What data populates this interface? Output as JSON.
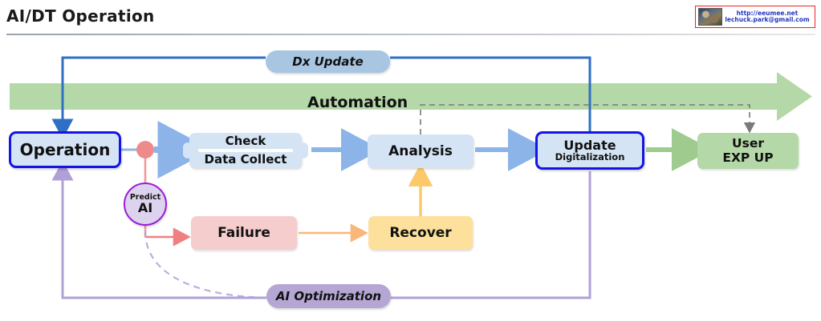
{
  "page": {
    "title": "AI/DT Operation"
  },
  "badge": {
    "thumbnail_icon": "photo-thumbnail-icon",
    "url": "http://eeumee.net",
    "email": "lechuck.park@gmail.com",
    "border_color": "#ee2222",
    "text_color": "#2436c0"
  },
  "diagram": {
    "type": "flow-diagram",
    "bands": [
      {
        "name": "automation",
        "label": "Automation",
        "color": "#b5d8a8",
        "shape": "right-arrow-band"
      }
    ],
    "nodes": [
      {
        "id": "operation",
        "label": "Operation",
        "fill": "#d4e4f4",
        "border": "#1414e6",
        "shape": "rounded-rect-emphasized"
      },
      {
        "id": "check-data-collect",
        "label_top": "Check",
        "label_bottom": "Data Collect",
        "fill": "#d4e4f4",
        "border": "none",
        "shape": "notched-rounded-rect"
      },
      {
        "id": "analysis",
        "label": "Analysis",
        "fill": "#d4e4f4",
        "border": "none",
        "shape": "rounded-rect"
      },
      {
        "id": "update-digitalization",
        "label": "Update",
        "sublabel": "Digitalization",
        "fill": "#d4e4f4",
        "border": "#1414e6",
        "shape": "rounded-rect-emphasized"
      },
      {
        "id": "user-exp-up",
        "label_top": "User",
        "label_bottom": "EXP UP",
        "fill": "#b5d8a8",
        "border": "none",
        "shape": "rounded-rect"
      },
      {
        "id": "predict-ai",
        "label_top": "Predict",
        "label_bottom": "AI",
        "fill": "#ded3ee",
        "border": "#9b1ddb",
        "shape": "circle"
      },
      {
        "id": "failure",
        "label": "Failure",
        "fill": "#f5cdcd",
        "border": "none",
        "shape": "rounded-rect"
      },
      {
        "id": "recover",
        "label": "Recover",
        "fill": "#fce09b",
        "border": "none",
        "shape": "rounded-rect"
      }
    ],
    "loop_labels": [
      {
        "id": "dx-update",
        "label": "Dx Update",
        "fill": "#a8c6e2",
        "line_color": "#2f6fc4",
        "shape": "pill"
      },
      {
        "id": "ai-optimization",
        "label": "AI Optimization",
        "fill": "#b5a6d4",
        "line_color": "#b0a0d8",
        "shape": "pill"
      }
    ],
    "connectors": [
      {
        "from": "dx-update",
        "to": "operation",
        "color": "#2f6fc4",
        "style": "solid-arrow"
      },
      {
        "from": "operation",
        "to": "check-data-collect",
        "color": "#8cb4e8",
        "style": "solid-arrow"
      },
      {
        "from": "check-data-collect",
        "to": "analysis",
        "color": "#8cb4e8",
        "style": "solid-arrow"
      },
      {
        "from": "analysis",
        "to": "update-digitalization",
        "color": "#8cb4e8",
        "style": "solid-arrow"
      },
      {
        "from": "update-digitalization",
        "to": "user-exp-up",
        "color": "#9fcb8f",
        "style": "solid-arrow"
      },
      {
        "from": "update-digitalization",
        "to": "dx-update",
        "color": "#2f6fc4",
        "style": "solid-line"
      },
      {
        "from": "analysis",
        "to": "user-exp-up",
        "color": "#7a7a7a",
        "style": "dashed-arrow"
      },
      {
        "from": "operation",
        "to": "predict-ai",
        "color": "#ef9a9a",
        "style": "solid-line"
      },
      {
        "from": "predict-ai",
        "to": "failure",
        "color": "#ef8080",
        "style": "solid-arrow"
      },
      {
        "from": "failure",
        "to": "recover",
        "color": "#f7b87a",
        "style": "solid-arrow"
      },
      {
        "from": "recover",
        "to": "analysis",
        "color": "#fbc96a",
        "style": "solid-arrow"
      },
      {
        "from": "predict-ai",
        "to": "ai-optimization",
        "color": "#b0a0d8",
        "style": "dashed-curve"
      },
      {
        "from": "update-digitalization",
        "to": "operation",
        "color": "#b0a0d8",
        "style": "solid-arrow"
      }
    ],
    "junction_dot": {
      "color": "#ef8a8a",
      "at": "operation-to-check"
    }
  }
}
